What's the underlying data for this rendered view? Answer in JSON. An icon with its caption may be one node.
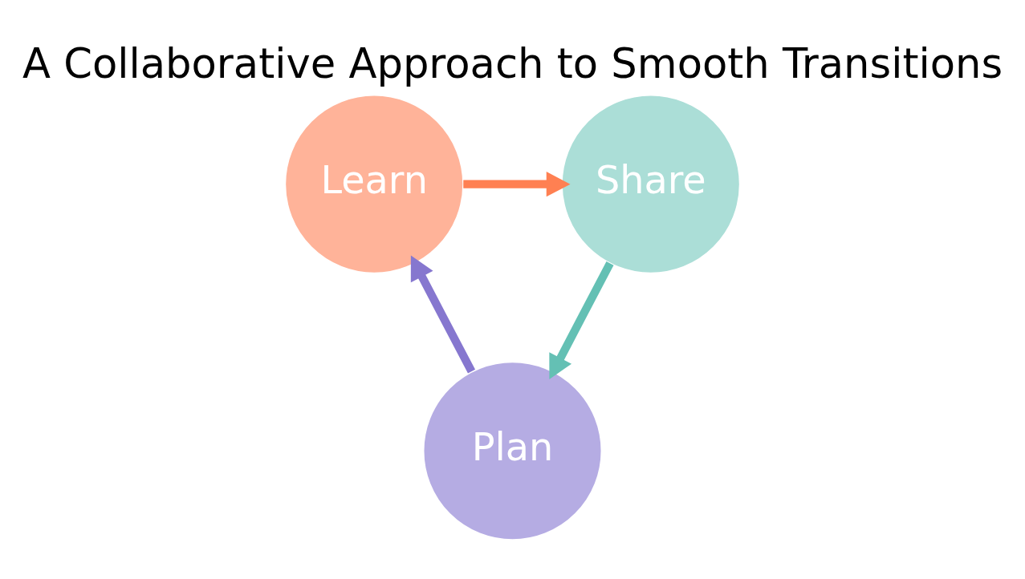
{
  "diagram": {
    "title": "A Collaborative Approach to Smooth Transitions",
    "nodes": [
      {
        "text": [
          "Learn"
        ]
      },
      {
        "text": [
          "Share"
        ]
      },
      {
        "text": [
          "Plan"
        ]
      }
    ],
    "edges": [
      {
        "from": 0,
        "to": 1,
        "arrow": "to",
        "color": "#ff8052"
      },
      {
        "from": 1,
        "to": 2,
        "arrow": "to",
        "color": "#64c0b4"
      },
      {
        "from": 2,
        "to": 0,
        "arrow": "to",
        "color": "#8677cf"
      }
    ]
  }
}
